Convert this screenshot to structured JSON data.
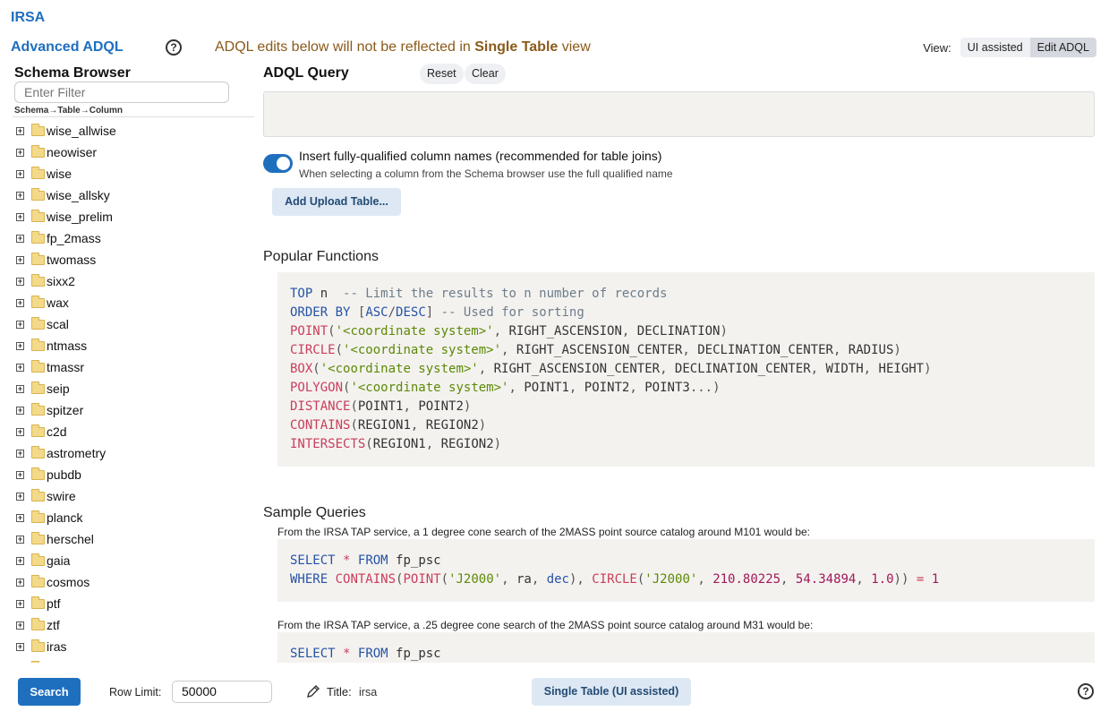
{
  "header": {
    "brand": "IRSA"
  },
  "adql": {
    "title": "Advanced ADQL",
    "help_icon": "question-circle-icon",
    "warning_prefix": "ADQL edits below will not be reflected in",
    "warning_bold": "Single Table",
    "warning_suffix": "view"
  },
  "view": {
    "label": "View:",
    "options": [
      "UI assisted",
      "Edit ADQL"
    ],
    "selected": "Edit ADQL"
  },
  "schema": {
    "title": "Schema Browser",
    "filter_placeholder": "Enter Filter",
    "breadcrumb": "Schema→Table→Column",
    "items": [
      "wise_allwise",
      "neowiser",
      "wise",
      "wise_allsky",
      "wise_prelim",
      "fp_2mass",
      "twomass",
      "sixx2",
      "wax",
      "scal",
      "ntmass",
      "tmassr",
      "seip",
      "spitzer",
      "c2d",
      "astrometry",
      "pubdb",
      "swire",
      "planck",
      "herschel",
      "gaia",
      "cosmos",
      "ptf",
      "ztf",
      "iras"
    ]
  },
  "query": {
    "title": "ADQL Query",
    "reset_label": "Reset",
    "clear_label": "Clear",
    "text": ""
  },
  "options": {
    "qualified_label": "Insert fully-qualified column names (recommended for table joins)",
    "qualified_sub": "When selecting a column from the Schema browser use the full qualified name",
    "qualified_on": true,
    "upload_label": "Add Upload Table..."
  },
  "popular": {
    "title": "Popular Functions"
  },
  "samples": {
    "title": "Sample Queries",
    "desc1": "From the IRSA TAP service, a 1 degree cone search of the 2MASS point source catalog around M101 would be:",
    "desc2": "From the IRSA TAP service, a .25 degree cone search of the 2MASS point source catalog around M31 would be:"
  },
  "footer": {
    "search_label": "Search",
    "row_limit_label": "Row Limit:",
    "row_limit_value": "50000",
    "title_label": "Title:",
    "title_value": "irsa",
    "single_table_label": "Single Table (UI assisted)",
    "help_icon": "question-circle-icon",
    "pencil_icon": "pencil-icon"
  },
  "colors": {
    "accent": "#1f6fbf",
    "warning": "#8a5a1a",
    "keyword": "#2453a6",
    "function": "#c93d5a",
    "string": "#5c8a06",
    "number": "#a0185a"
  }
}
